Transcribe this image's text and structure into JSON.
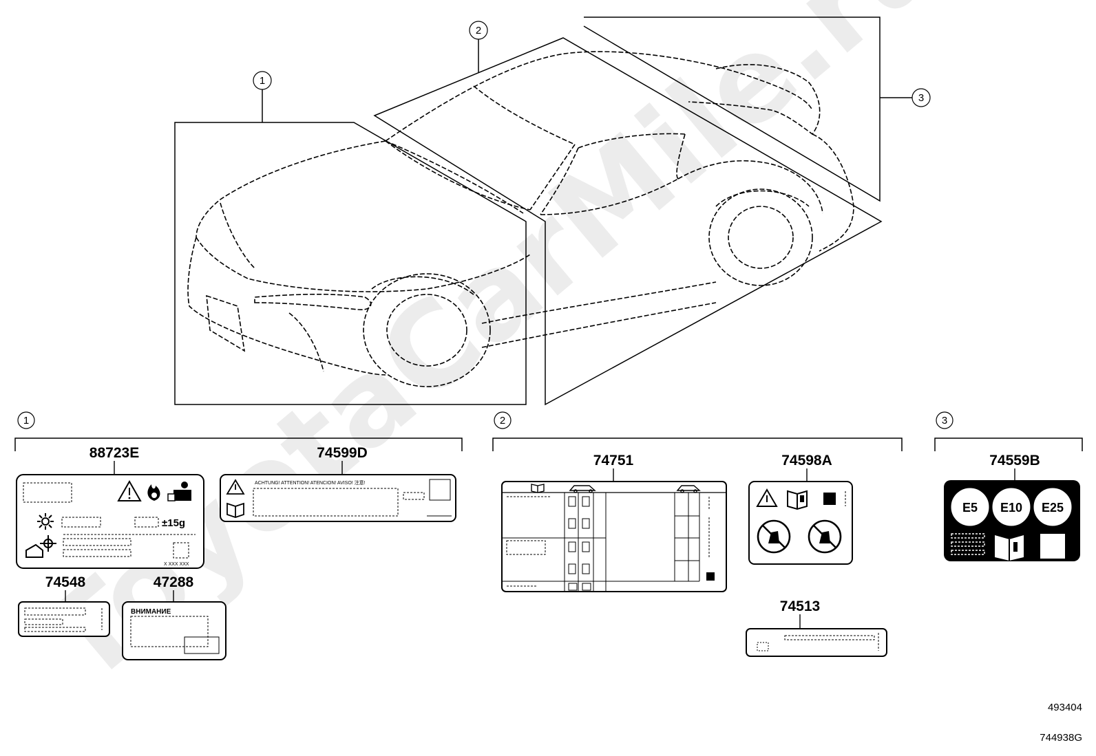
{
  "callouts": [
    {
      "num": "1"
    },
    {
      "num": "2"
    },
    {
      "num": "3"
    }
  ],
  "groups": [
    {
      "num": "1",
      "parts": [
        "88723E",
        "74599D",
        "74548",
        "47288"
      ]
    },
    {
      "num": "2",
      "parts": [
        "74751",
        "74598A",
        "74513"
      ]
    },
    {
      "num": "3",
      "parts": [
        "74559B"
      ]
    }
  ],
  "labels": {
    "p88723E": {
      "part": "88723E",
      "refrigerant_amount": "±15g",
      "code": "X XXX XXX"
    },
    "p74599D": {
      "part": "74599D",
      "warning_text": "ACHTUNG!  ATTENTION!  ATENCION!  AVISO!  注意!"
    },
    "p74548": {
      "part": "74548"
    },
    "p47288": {
      "part": "47288",
      "heading": "ВНИМАНИЕ"
    },
    "p74751": {
      "part": "74751"
    },
    "p74598A": {
      "part": "74598A"
    },
    "p74513": {
      "part": "74513"
    },
    "p74559B": {
      "part": "74559B",
      "fuel_badges": [
        "E5",
        "E10",
        "E25"
      ]
    }
  },
  "footer": {
    "ref1": "493404",
    "ref2": "744938G"
  },
  "watermark": {
    "text": "ToyotaCarMile.ru",
    "color": "#ececec"
  }
}
